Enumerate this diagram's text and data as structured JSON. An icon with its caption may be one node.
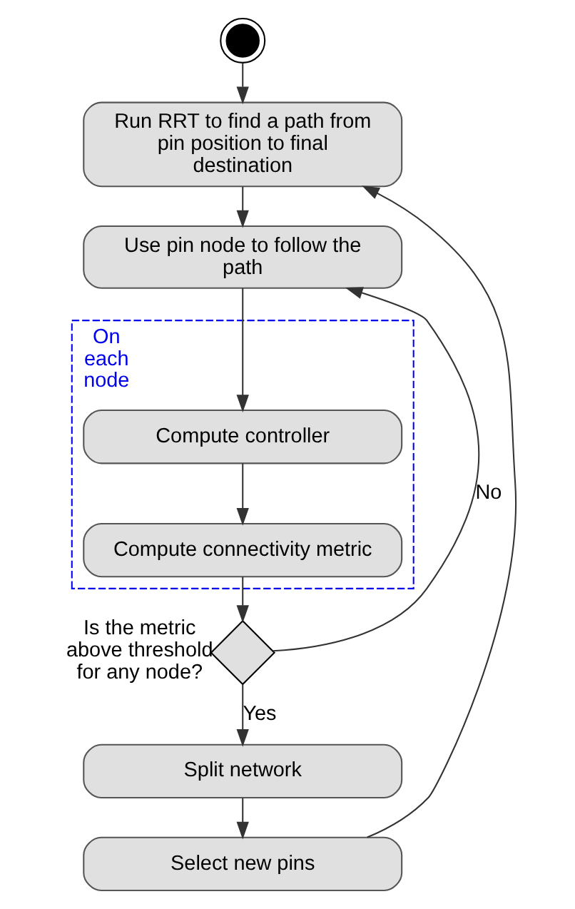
{
  "diagram": {
    "nodes": [
      {
        "text": [],
        "shape": "circle"
      },
      {
        "text": [
          "Run RRT to find a path from pin position to final destination"
        ]
      },
      {
        "text": [
          "Use pin node to follow the path"
        ]
      },
      {
        "text": [
          "On each node"
        ]
      },
      {
        "text": [
          "Compute controller"
        ],
        "in": 3
      },
      {
        "text": [
          "Compute connectivity metric"
        ],
        "in": 3
      },
      {
        "text": [],
        "shape": "diamond",
        "beside": [
          "Is the metric above threshold for any node?"
        ]
      },
      {
        "text": [
          "Split network"
        ]
      },
      {
        "text": [
          "Select new pins"
        ]
      }
    ],
    "edges": [
      {
        "from": 0,
        "to": 1,
        "arrow": "to"
      },
      {
        "from": 1,
        "to": 2,
        "arrow": "to"
      },
      {
        "from": 2,
        "to": 4,
        "arrow": "to"
      },
      {
        "from": 4,
        "to": 5,
        "arrow": "to"
      },
      {
        "from": 5,
        "to": 6,
        "arrow": "to"
      },
      {
        "from": 6,
        "to": 7,
        "arrow": "to",
        "label": "Yes"
      },
      {
        "from": 6,
        "to": 2,
        "arrow": "to",
        "label": "No"
      },
      {
        "from": 7,
        "to": 8,
        "arrow": "to"
      },
      {
        "from": 8,
        "to": 1,
        "arrow": "to"
      }
    ]
  }
}
